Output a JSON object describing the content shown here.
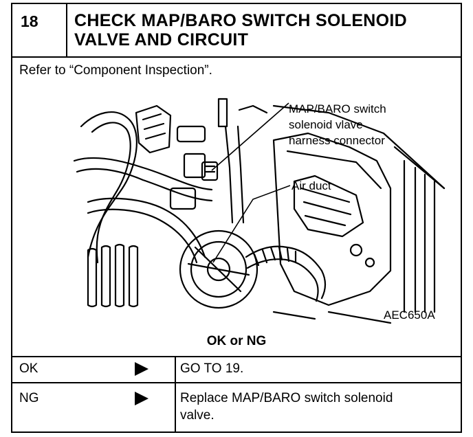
{
  "step": {
    "number": "18",
    "title_line1": "CHECK MAP/BARO SWITCH SOLENOID",
    "title_line2": "VALVE AND CIRCUIT"
  },
  "instruction": "Refer to “Component Inspection”.",
  "figure": {
    "label_connector_1": "MAP/BARO switch",
    "label_connector_2": "solenoid vlave",
    "label_connector_3": "harness connector",
    "label_air_duct": "Air duct",
    "code": "AEC650A"
  },
  "decision": {
    "heading": "OK or NG",
    "rows": [
      {
        "result": "OK",
        "arrow_icon": "right-triangle-icon",
        "action_line1": "GO TO 19.",
        "action_line2": ""
      },
      {
        "result": "NG",
        "arrow_icon": "right-triangle-icon",
        "action_line1": "Replace MAP/BARO switch solenoid",
        "action_line2": "valve."
      }
    ]
  }
}
